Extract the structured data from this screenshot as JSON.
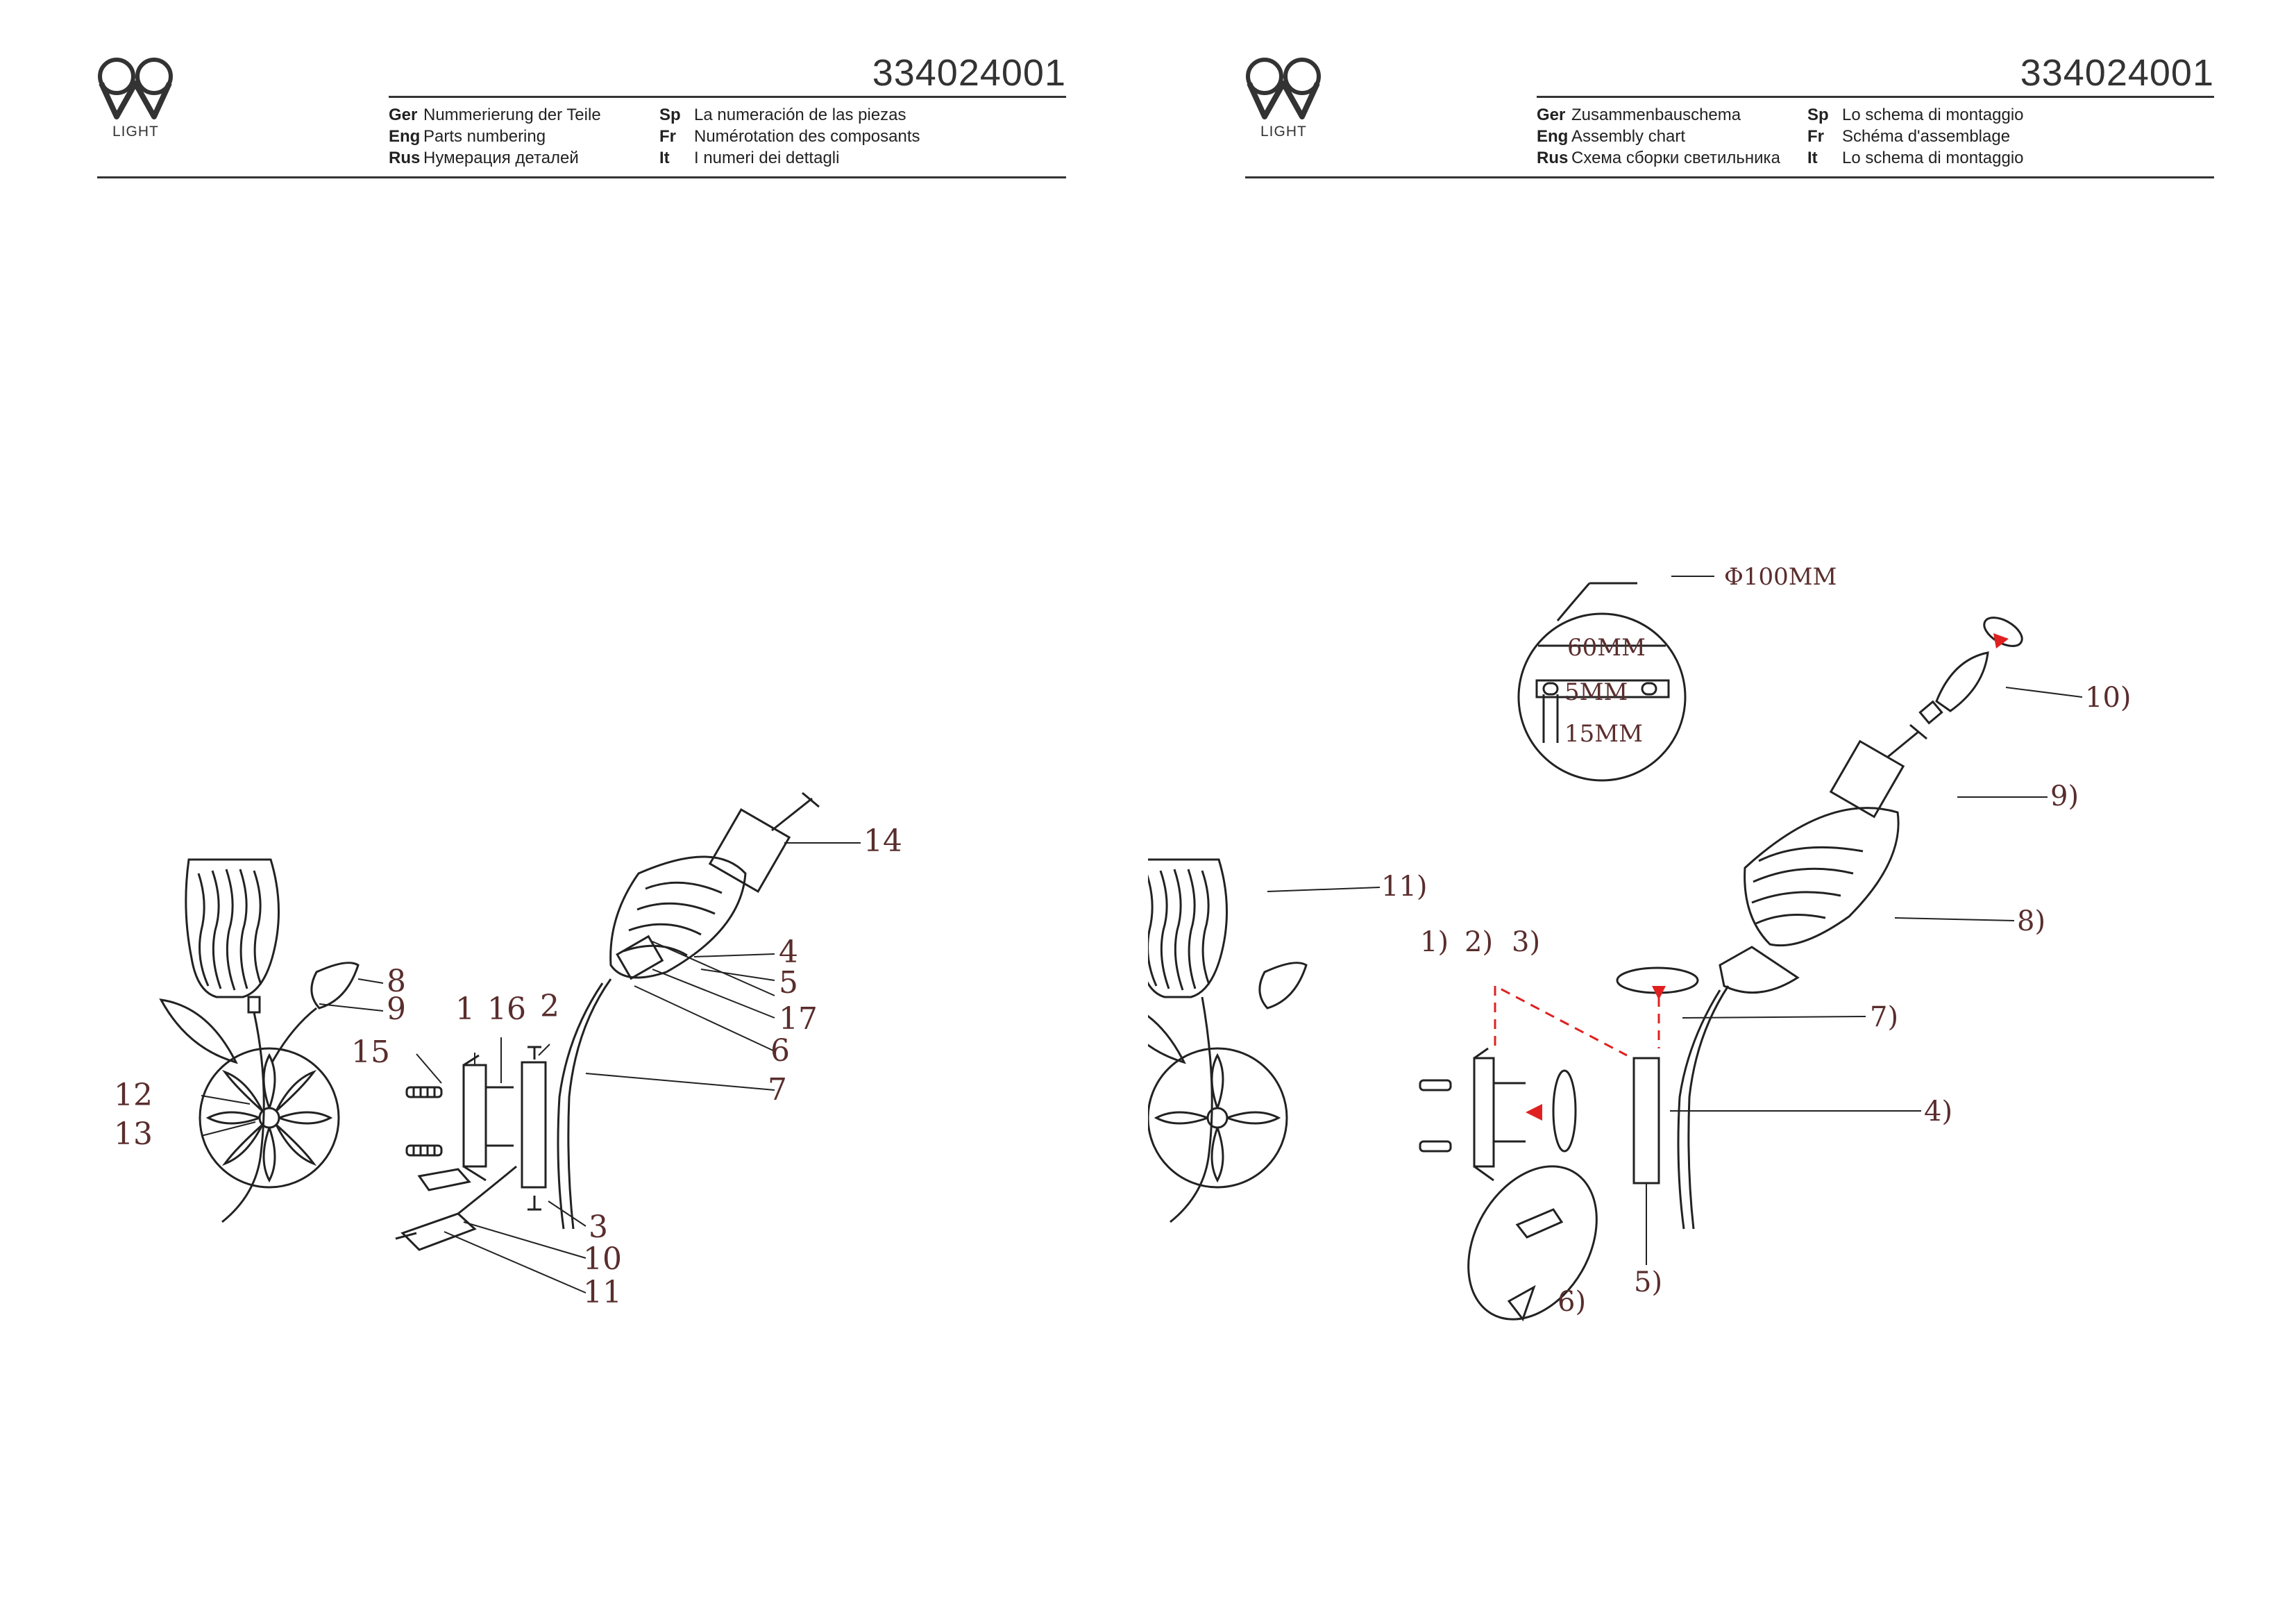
{
  "brand": {
    "logo_text": "LIGHT"
  },
  "pages": [
    {
      "doc_number": "334024001",
      "titles": [
        {
          "lang": "Ger",
          "text": "Nummerierung der Teile"
        },
        {
          "lang": "Eng",
          "text": "Parts numbering"
        },
        {
          "lang": "Rus",
          "text": "Нумерация деталей"
        },
        {
          "lang": "Sp",
          "text": "La numeración de las piezas"
        },
        {
          "lang": "Fr",
          "text": "Numérotation des composants"
        },
        {
          "lang": "It",
          "text": "I numeri dei dettagli"
        }
      ],
      "callouts": [
        "1",
        "2",
        "3",
        "4",
        "5",
        "6",
        "7",
        "8",
        "9",
        "10",
        "11",
        "12",
        "13",
        "14",
        "15",
        "16",
        "17"
      ]
    },
    {
      "doc_number": "334024001",
      "titles": [
        {
          "lang": "Ger",
          "text": "Zusammenbauschema"
        },
        {
          "lang": "Eng",
          "text": "Assembly chart"
        },
        {
          "lang": "Rus",
          "text": "Схема сборки светильника"
        },
        {
          "lang": "Sp",
          "text": "Lo schema di montaggio"
        },
        {
          "lang": "Fr",
          "text": "Schéma d'assemblage"
        },
        {
          "lang": "It",
          "text": "Lo schema di montaggio"
        }
      ],
      "callouts": [
        "1)",
        "2)",
        "3)",
        "4)",
        "5)",
        "6)",
        "7)",
        "8)",
        "9)",
        "10)",
        "11)"
      ],
      "dimensions": {
        "diameter": "Φ100MM",
        "spacing": "60MM",
        "slot": "5MM",
        "depth": "15MM"
      }
    }
  ],
  "colors": {
    "line": "#222222",
    "callout": "#5a2d2d",
    "arrow": "#e02020"
  }
}
